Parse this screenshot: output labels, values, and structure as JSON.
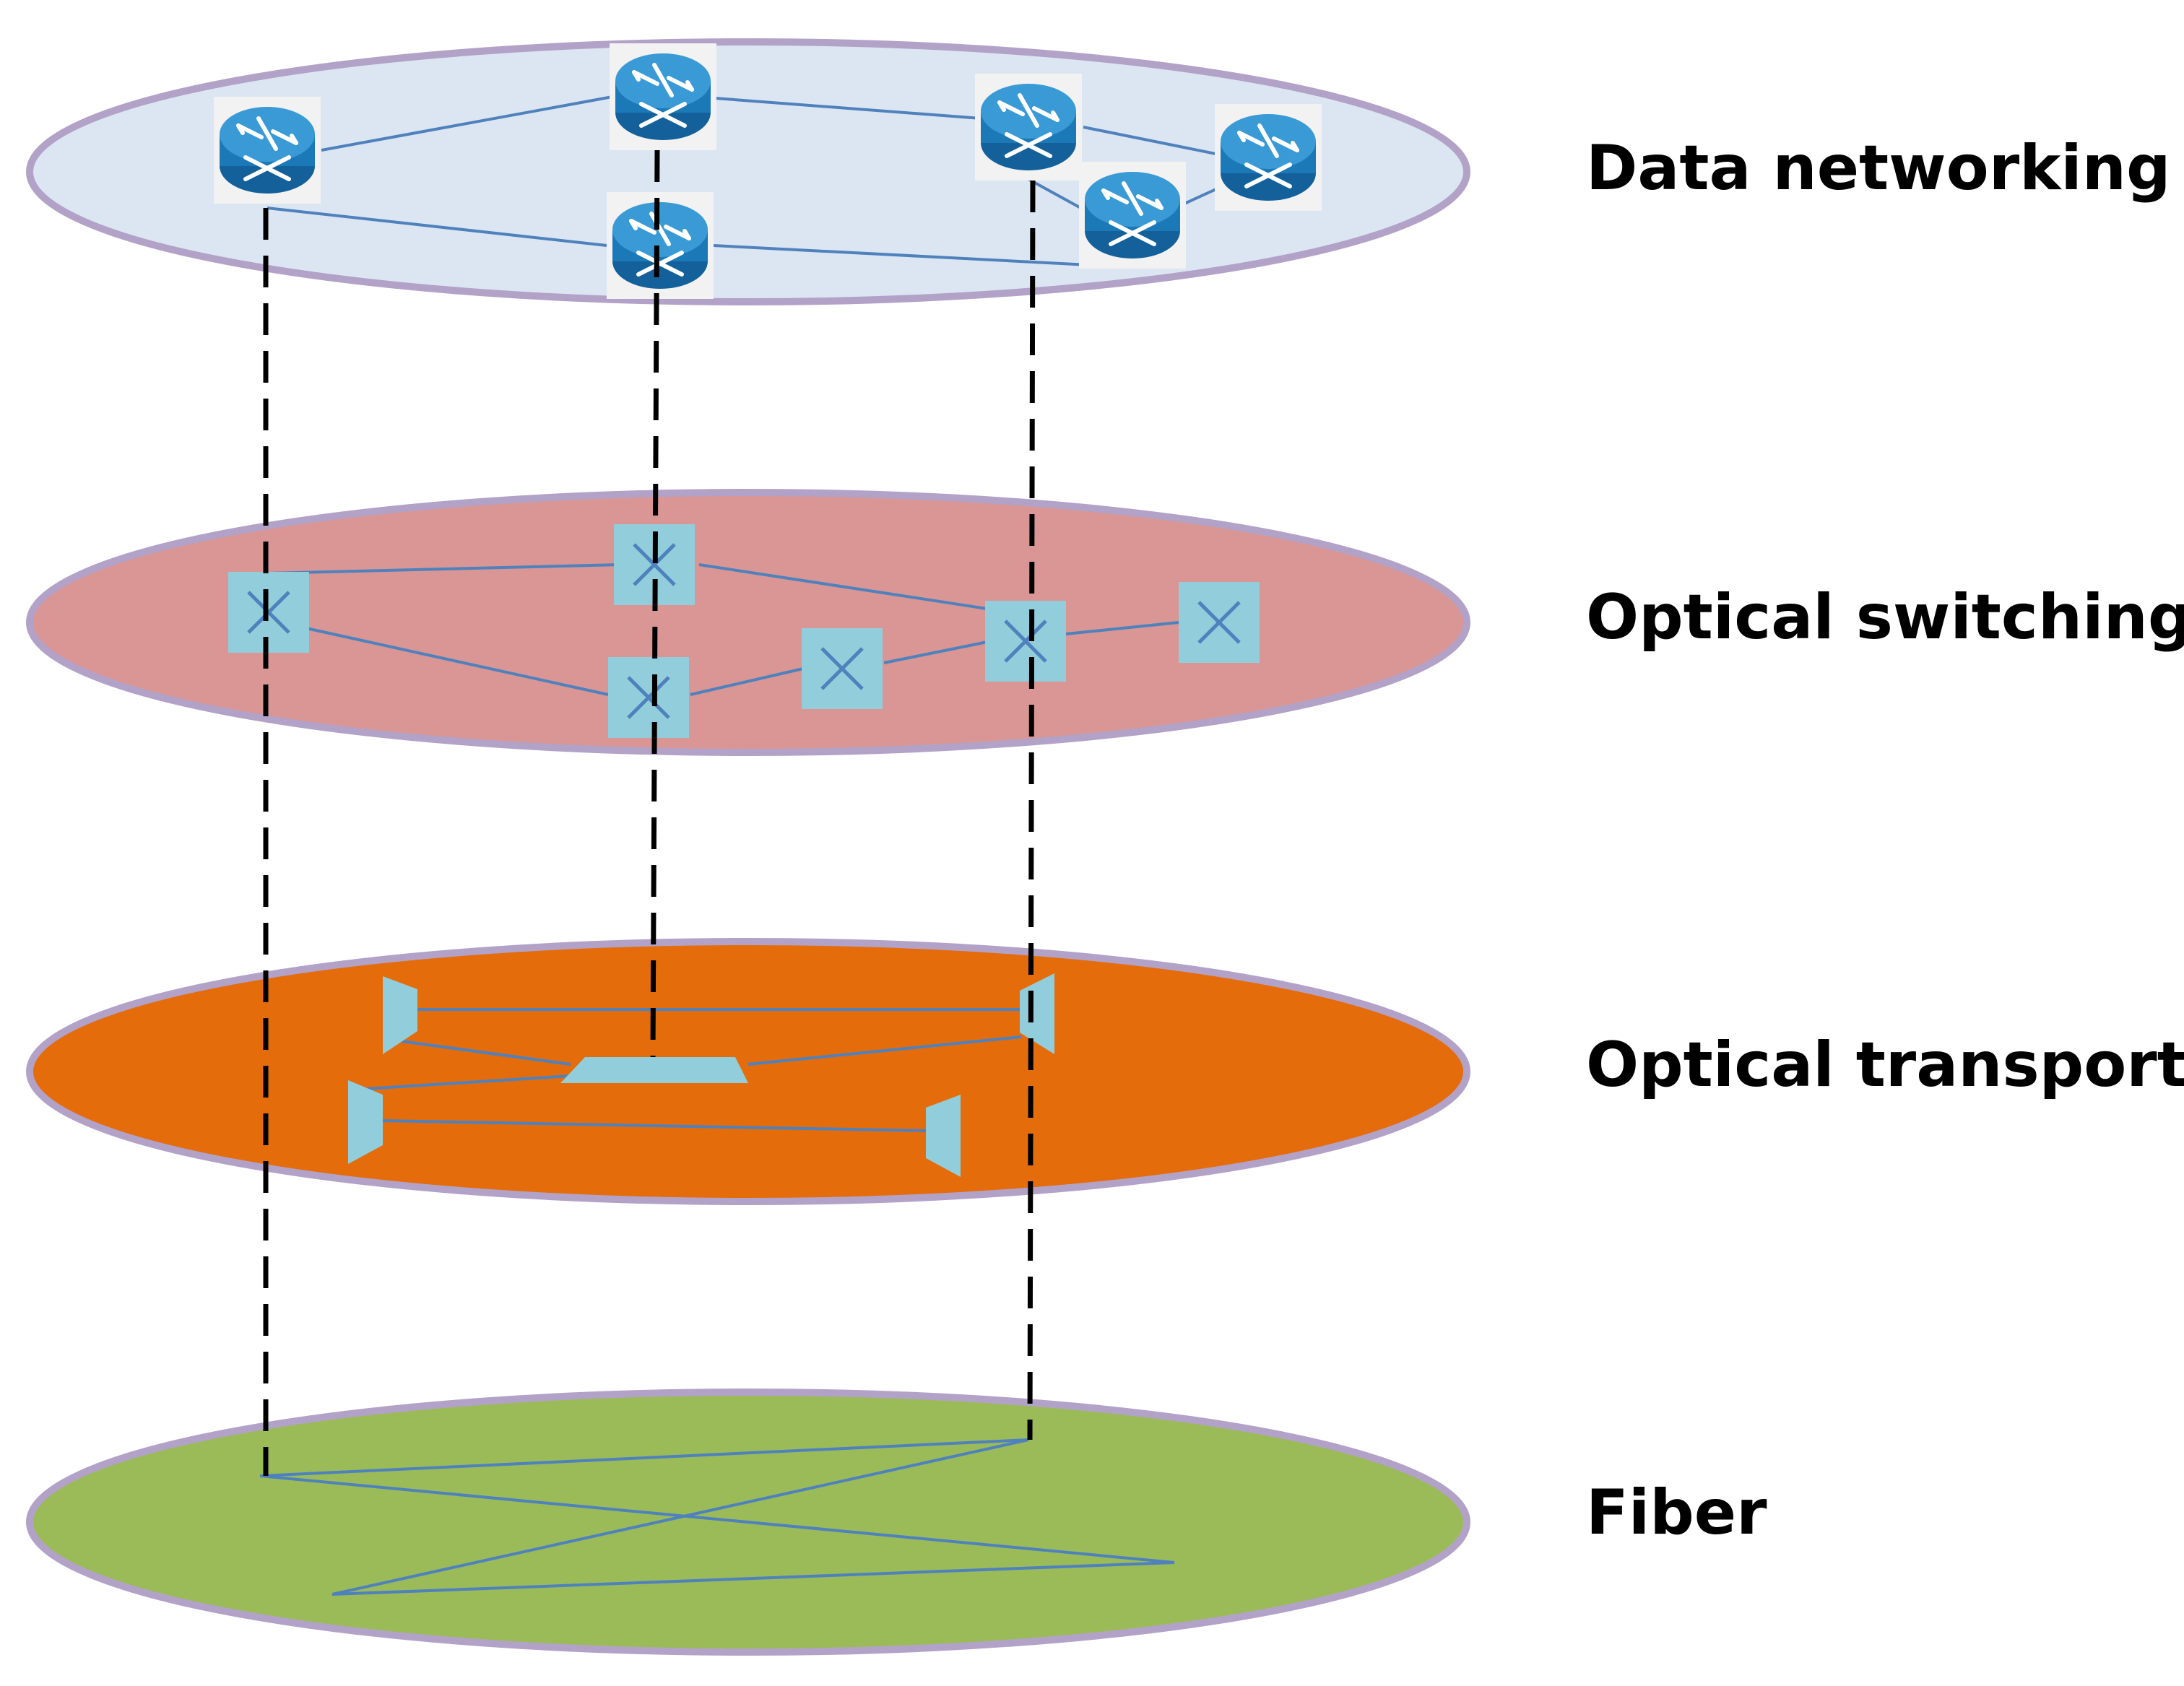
{
  "layers": [
    {
      "label": "Data networking",
      "fill": "#dce6f2"
    },
    {
      "label": "Optical switching",
      "fill": "#d99694"
    },
    {
      "label": "Optical transport",
      "fill": "#e46c0a"
    },
    {
      "label": "Fiber",
      "fill": "#9bbb59"
    }
  ],
  "colors": {
    "ellipse_stroke": "#b3a2c7",
    "link": "#4f81bd",
    "node": "#92cddc",
    "node_mark": "#4f81bd",
    "router": "#1b79b8",
    "dashed": "#000000"
  },
  "icons": {
    "router": "router-icon",
    "optical_switch": "cross-connect-icon",
    "transport": "mux-icon"
  }
}
